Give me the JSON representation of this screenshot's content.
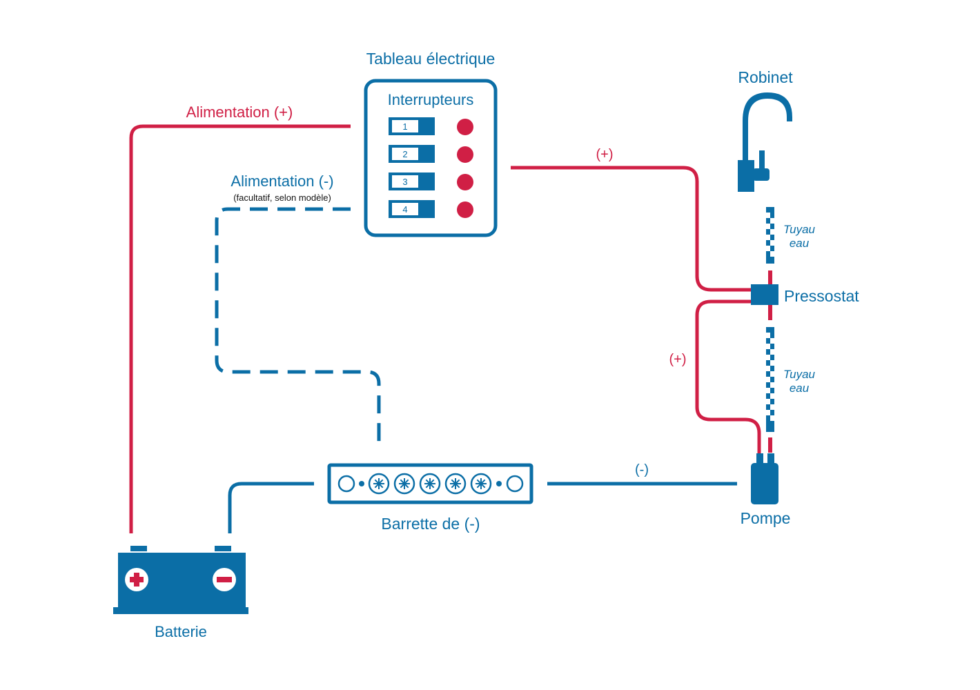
{
  "colors": {
    "blue": "#0b6ea6",
    "red": "#d01f45",
    "background": "#ffffff"
  },
  "labels": {
    "tableau": "Tableau électrique",
    "interrupteurs": "Interrupteurs",
    "robinet": "Robinet",
    "alim_plus": "Alimentation (+)",
    "alim_minus": "Alimentation (-)",
    "alim_minus_note": "(facultatif, selon modèle)",
    "plus_top": "(+)",
    "plus_side": "(+)",
    "minus_bus": "(-)",
    "tuyau_1_line1": "Tuyau",
    "tuyau_1_line2": "eau",
    "tuyau_2_line1": "Tuyau",
    "tuyau_2_line2": "eau",
    "pressostat": "Pressostat",
    "pompe": "Pompe",
    "barrette": "Barrette de (-)",
    "batterie": "Batterie"
  },
  "switches": [
    "1",
    "2",
    "3",
    "4"
  ],
  "terminal_strip": [
    "empty",
    "dot",
    "star",
    "star",
    "star",
    "star",
    "star",
    "dot",
    "empty"
  ],
  "battery_terminals": [
    "plus-icon",
    "minus-icon"
  ]
}
